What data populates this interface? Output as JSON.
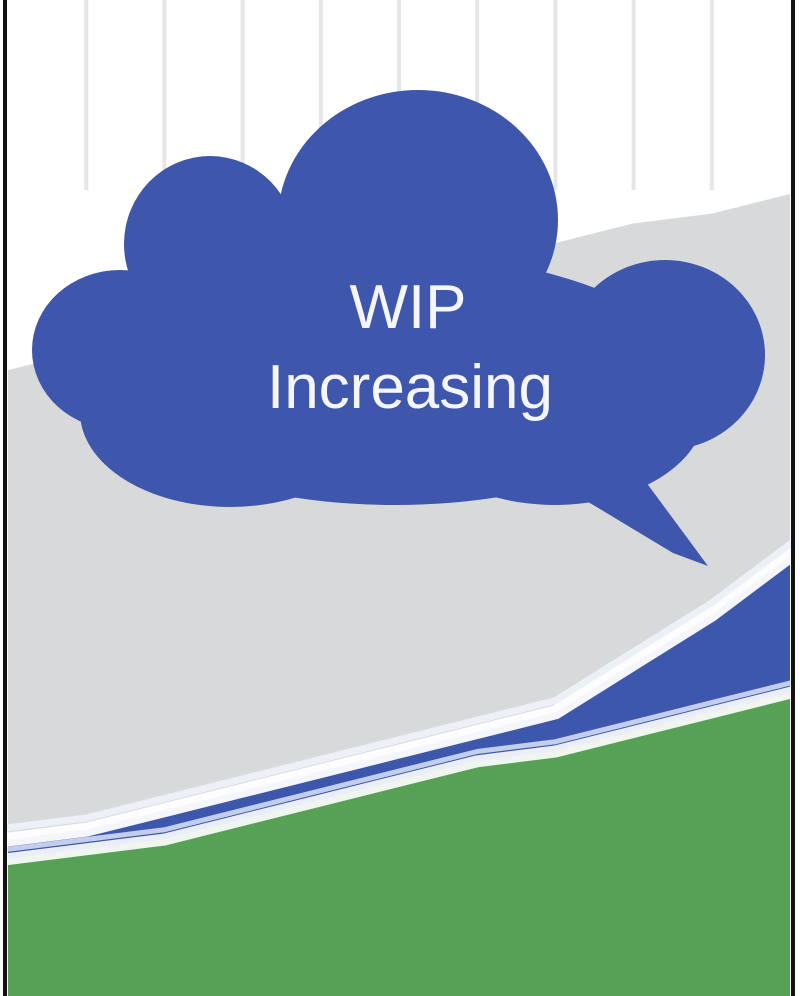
{
  "callout": {
    "line1": "WIP",
    "line2": "Increasing"
  },
  "colors": {
    "background": "#ffffff",
    "upper_band": "#d8d9db",
    "wip_band": "#3d57ad",
    "done_band": "#56a155",
    "callout_fill": "#3e56ab",
    "callout_text": "#f4f6fb",
    "frame": "#121212",
    "gridline": "#e6e6e6"
  },
  "chart_data": {
    "type": "area",
    "title": "",
    "xlabel": "",
    "ylabel": "",
    "x": [
      0,
      1,
      2,
      3,
      4,
      5,
      6,
      7,
      8,
      9,
      10
    ],
    "xlim": [
      0,
      10
    ],
    "ylim": [
      0,
      100
    ],
    "grid": true,
    "legend": "none",
    "series": [
      {
        "role": "done",
        "values": [
          14,
          15,
          16,
          18,
          20,
          22,
          24,
          25,
          27,
          29,
          31
        ]
      },
      {
        "role": "wip",
        "values": [
          2,
          2,
          3,
          3,
          3,
          3,
          3,
          4,
          7,
          10,
          14
        ]
      },
      {
        "role": "upper",
        "values": [
          64,
          66,
          68,
          70,
          72,
          73,
          75,
          77,
          79,
          80,
          82
        ]
      }
    ]
  }
}
